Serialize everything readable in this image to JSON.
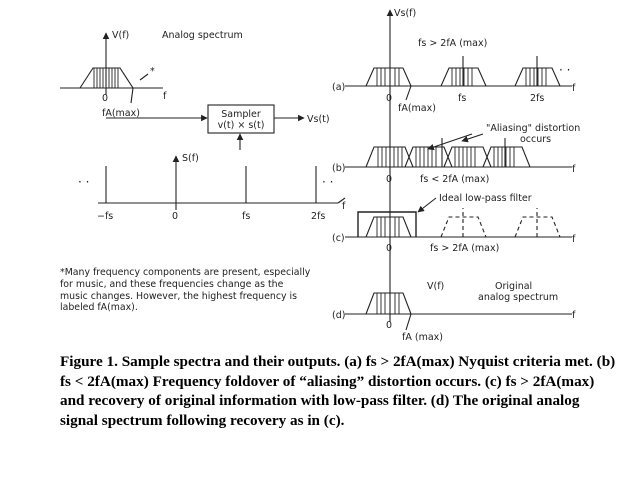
{
  "left": {
    "analog_y_label": "V(f)",
    "analog_title": "Analog spectrum",
    "analog_zero": "0",
    "analog_f": "f",
    "analog_fmax": "fA(max)",
    "sampler_line1": "Sampler",
    "sampler_line2": "v(t) × s(t)",
    "sampler_out": "Vs(t)",
    "s_label": "S(f)",
    "dots_left": "· ·",
    "dots_right": "· ·",
    "tick_neg_fs": "−fs",
    "tick_zero": "0",
    "tick_fs": "fs",
    "tick_2fs": "2fs",
    "axis_f": "f",
    "asterisk": "*",
    "note_lines": [
      "*Many frequency components are present, especially",
      "for music, and these frequencies change as the",
      "music changes. However, the highest frequency is",
      "labeled fA(max)."
    ]
  },
  "right": {
    "vs_label": "Vs(f)",
    "a_label": "(a)",
    "a_cond": "fs > 2fA (max)",
    "a_zero": "0",
    "a_fmax": "fA(max)",
    "a_fs": "fs",
    "a_2fs": "2fs",
    "a_dots": "· ·",
    "a_f": "f",
    "b_label": "(b)",
    "b_alias1": "\"Aliasing\" distortion",
    "b_alias2": "occurs",
    "b_zero": "0",
    "b_cond": "fs < 2fA (max)",
    "b_f": "f",
    "c_label": "(c)",
    "c_filter": "Ideal low-pass filter",
    "c_zero": "0",
    "c_cond": "fs > 2fA (max)",
    "c_f": "f",
    "d_label": "(d)",
    "d_vf": "V(f)",
    "d_orig1": "Original",
    "d_orig2": "analog spectrum",
    "d_zero": "0",
    "d_fmax": "fA (max)",
    "d_f": "f"
  },
  "caption": "Figure 1. Sample spectra and their outputs. (a) fs > 2fA(max) Nyquist criteria met. (b) fs < 2fA(max) Frequency foldover of “aliasing” distortion occurs. (c) fs > 2fA(max) and recovery of original information with low-pass filter. (d) The original analog signal spectrum following recovery as in (c).",
  "colors": {
    "ink": "#222222",
    "caption": "#000000",
    "background": "#ffffff"
  }
}
